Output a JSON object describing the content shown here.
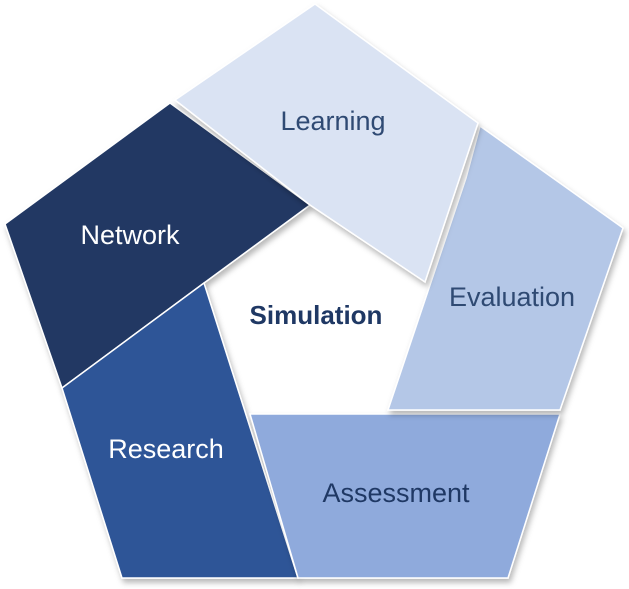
{
  "diagram": {
    "center": {
      "label": "Simulation",
      "color": "#1f3864"
    },
    "segments": [
      {
        "id": "learning",
        "label": "Learning",
        "fill": "#dae3f3",
        "text_color": "#2f4a73"
      },
      {
        "id": "evaluation",
        "label": "Evaluation",
        "fill": "#b4c7e7",
        "text_color": "#2f4a73"
      },
      {
        "id": "assessment",
        "label": "Assessment",
        "fill": "#8faadc",
        "text_color": "#1f3864"
      },
      {
        "id": "research",
        "label": "Research",
        "fill": "#2f5597",
        "text_color": "#ffffff"
      },
      {
        "id": "network",
        "label": "Network",
        "fill": "#203864",
        "text_color": "#ffffff"
      }
    ]
  }
}
